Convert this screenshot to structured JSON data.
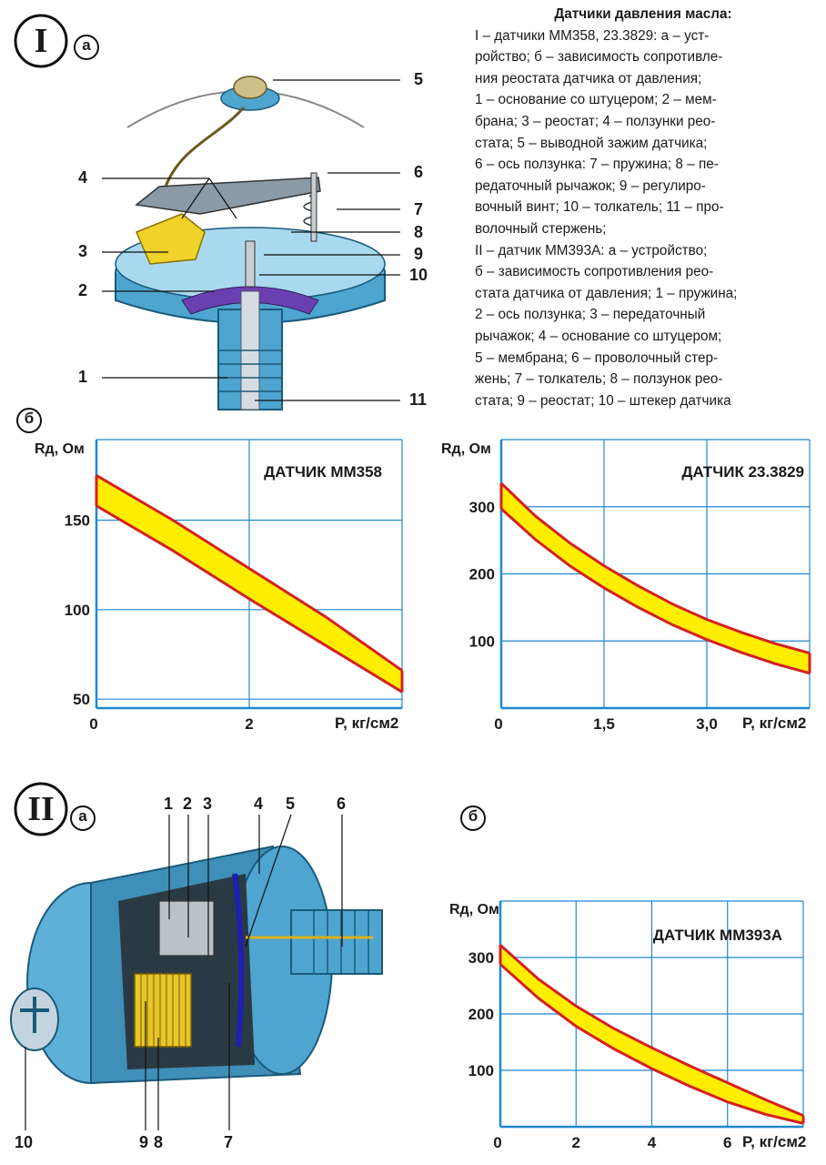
{
  "section1": {
    "roman": "I",
    "sub_a": "а",
    "sub_b": "б",
    "callouts": [
      "1",
      "2",
      "3",
      "4",
      "5",
      "6",
      "7",
      "8",
      "9",
      "10",
      "11"
    ],
    "description": {
      "title": "Датчики давления масла:",
      "lines": [
        "I – датчики ММ358, 23.3829: а – уст-",
        "ройство; б – зависимость сопротивле-",
        "ния реостата датчика от давления;",
        "1 – основание со штуцером; 2 – мем-",
        "брана; 3 – реостат; 4 – ползунки рео-",
        "стата; 5 – выводной зажим датчика;",
        "6 – ось ползунка: 7 – пружина; 8 – пе-",
        "редаточный рычажок; 9 – регулиро-",
        "вочный винт; 10 – толкатель; 11 – про-",
        "волочный стержень;",
        "II – датчик ММ393А: а – устройство;",
        "б – зависимость сопротивления рео-",
        "стата датчика от давления; 1 – пружина;",
        "2 – ось ползунка; 3 – передаточный",
        "рычажок; 4 – основание со штуцером;",
        "5 – мембрана; 6 – проволочный стер-",
        "жень; 7 – толкатель; 8 – ползунок рео-",
        "стата; 9 – реостат; 10 – штекер датчика"
      ]
    }
  },
  "section2": {
    "roman": "II",
    "sub_a": "а",
    "sub_b": "б",
    "callouts": [
      "1",
      "2",
      "3",
      "4",
      "5",
      "6",
      "7",
      "8",
      "9",
      "10"
    ]
  },
  "colors": {
    "band_fill": "#ffee00",
    "band_edge": "#d42020",
    "grid": "#1e88d0",
    "body_blue": "#5fb0d8"
  },
  "chart_data": [
    {
      "type": "area",
      "title": "ДАТЧИК ММ358",
      "ylabel": "Rд, Ом",
      "xlabel": "P, кг/см2",
      "x_ticks": [
        "0",
        "2"
      ],
      "y_ticks": [
        "50",
        "100",
        "150"
      ],
      "xlim": [
        0,
        4
      ],
      "ylim": [
        45,
        195
      ],
      "grid": true,
      "series": [
        {
          "x": [
            0,
            1,
            2,
            3,
            4
          ],
          "values": [
            175,
            150,
            123,
            96,
            66
          ]
        },
        {
          "x": [
            0,
            1,
            2,
            3,
            4
          ],
          "values": [
            158,
            133,
            106,
            80,
            54
          ]
        }
      ]
    },
    {
      "type": "area",
      "title": "ДАТЧИК 23.3829",
      "ylabel": "Rд, Ом",
      "xlabel": "P, кг/см2",
      "x_ticks": [
        "0",
        "1,5",
        "3,0"
      ],
      "y_ticks": [
        "100",
        "200",
        "300"
      ],
      "xlim": [
        0,
        4.5
      ],
      "ylim": [
        0,
        400
      ],
      "grid": true,
      "series": [
        {
          "x": [
            0,
            0.5,
            1.0,
            1.5,
            2.0,
            2.5,
            3.0,
            3.5,
            4.0,
            4.5
          ],
          "values": [
            335,
            286,
            246,
            212,
            182,
            155,
            132,
            113,
            96,
            82
          ]
        },
        {
          "x": [
            0,
            0.5,
            1.0,
            1.5,
            2.0,
            2.5,
            3.0,
            3.5,
            4.0,
            4.5
          ],
          "values": [
            297,
            251,
            212,
            179,
            150,
            124,
            102,
            83,
            66,
            52
          ]
        }
      ]
    },
    {
      "type": "area",
      "title": "ДАТЧИК ММ393А",
      "ylabel": "Rд, Ом",
      "xlabel": "P, кг/см2",
      "x_ticks": [
        "0",
        "2",
        "4",
        "6"
      ],
      "y_ticks": [
        "100",
        "200",
        "300"
      ],
      "xlim": [
        0,
        8
      ],
      "ylim": [
        0,
        400
      ],
      "grid": true,
      "series": [
        {
          "x": [
            0,
            1,
            2,
            3,
            4,
            5,
            6,
            7,
            8
          ],
          "values": [
            322,
            262,
            214,
            174,
            140,
            108,
            78,
            48,
            20
          ]
        },
        {
          "x": [
            0,
            1,
            2,
            3,
            4,
            5,
            6,
            7,
            8
          ],
          "values": [
            288,
            228,
            178,
            138,
            103,
            72,
            44,
            22,
            6
          ]
        }
      ]
    }
  ]
}
